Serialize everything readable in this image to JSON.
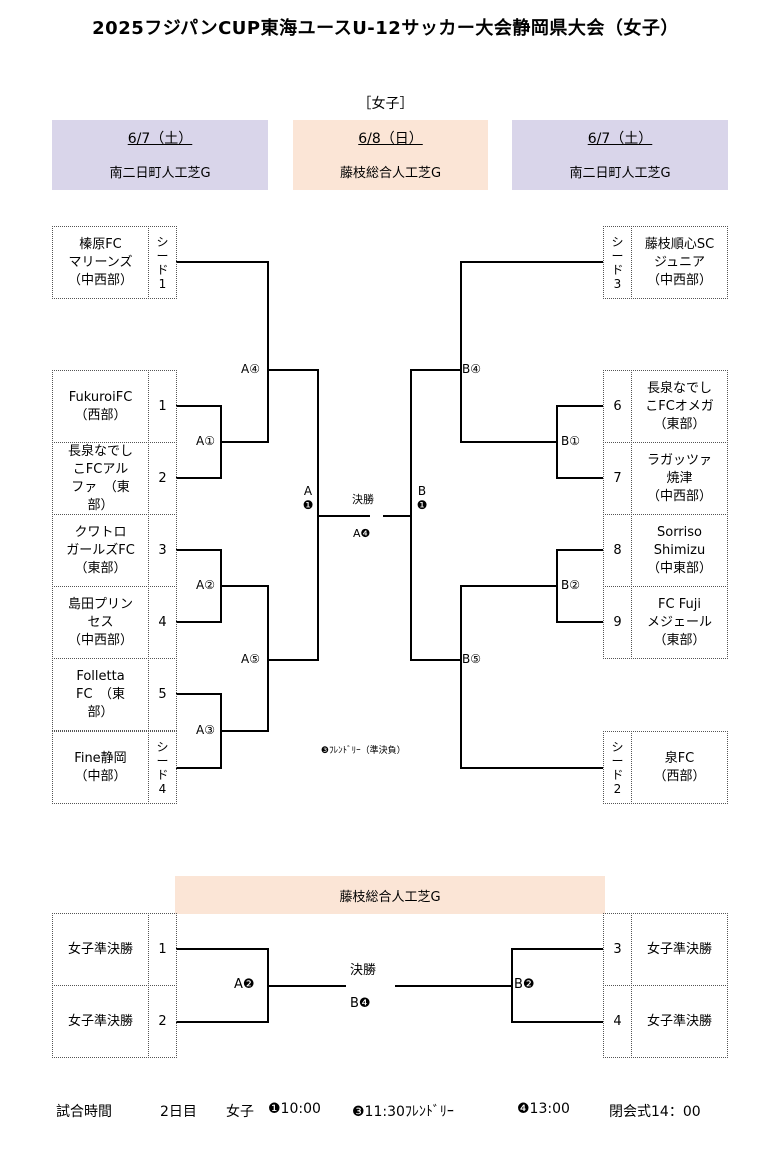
{
  "title": "2025フジパンCUP東海ユースU-12サッカー大会静岡県大会（女子）",
  "section": "［女子］",
  "colors": {
    "left_box": "#d9d5ea",
    "center_box": "#fbe5d6",
    "right_box": "#d9d5ea",
    "lines": "#000000"
  },
  "dates": [
    {
      "date": "6/7（土）",
      "venue": "南二日町人工芝G"
    },
    {
      "date": "6/8（日）",
      "venue": "藤枝総合人工芝G"
    },
    {
      "date": "6/7（土）",
      "venue": "南二日町人工芝G"
    }
  ],
  "left_teams": [
    {
      "name": "榛原FC\nマリーンズ\n（中西部）",
      "slot": "シ\nー\nド\n1"
    },
    {
      "name": "FukuroiFC\n（西部）",
      "slot": "1"
    },
    {
      "name": "長泉なでし\nこFCアル\nファ　（東\n部）",
      "slot": "2"
    },
    {
      "name": "クワトロ\nガールズFC\n（東部）",
      "slot": "3"
    },
    {
      "name": "島田プリン\nセス\n（中西部）",
      "slot": "4"
    },
    {
      "name": "Folletta\nFC　（東\n部）",
      "slot": "5"
    },
    {
      "name": "Fine静岡\n（中部）",
      "slot": "シ\nー\nド\n4"
    }
  ],
  "right_teams": [
    {
      "name": "藤枝順心SC\nジュニア\n（中西部）",
      "slot": "シ\nー\nド\n3"
    },
    {
      "name": "長泉なでし\nこFCオメガ\n（東部）",
      "slot": "6"
    },
    {
      "name": "ラガッツァ\n焼津\n（中西部）",
      "slot": "7"
    },
    {
      "name": "Sorriso\nShimizu\n（中東部）",
      "slot": "8"
    },
    {
      "name": "FC Fuji\nメジェール\n（東部）",
      "slot": "9"
    },
    {
      "name": "泉FC\n（西部）",
      "slot": "シ\nー\nド\n2"
    }
  ],
  "match_labels": {
    "a1": "A①",
    "a2": "A②",
    "a3": "A③",
    "a4": "A④",
    "a5": "A⑤",
    "b1": "B①",
    "b2": "B②",
    "b4": "B④",
    "b5": "B⑤",
    "a_semi": "A\n❶",
    "b_semi": "B\n❶",
    "final": "決勝",
    "final_code": "A❹",
    "friendly_note": "❸ﾌﾚﾝﾄﾞﾘｰ（準決負）"
  },
  "day2": {
    "venue": "藤枝総合人工芝G",
    "left": [
      {
        "name": "女子準決勝",
        "slot": "1"
      },
      {
        "name": "女子準決勝",
        "slot": "2"
      }
    ],
    "right": [
      {
        "name": "女子準決勝",
        "slot": "3"
      },
      {
        "name": "女子準決勝",
        "slot": "4"
      }
    ],
    "a2": "A❷",
    "b2": "B❷",
    "final": "決勝",
    "final_code": "B❹"
  },
  "footer": {
    "label": "試合時間",
    "day": "2日目",
    "cat": "女子",
    "t1": "❶10:00",
    "t3": "❸11:30ﾌﾚﾝﾄﾞﾘｰ",
    "t4": "❹13:00",
    "closing": "閉会式14：00"
  }
}
